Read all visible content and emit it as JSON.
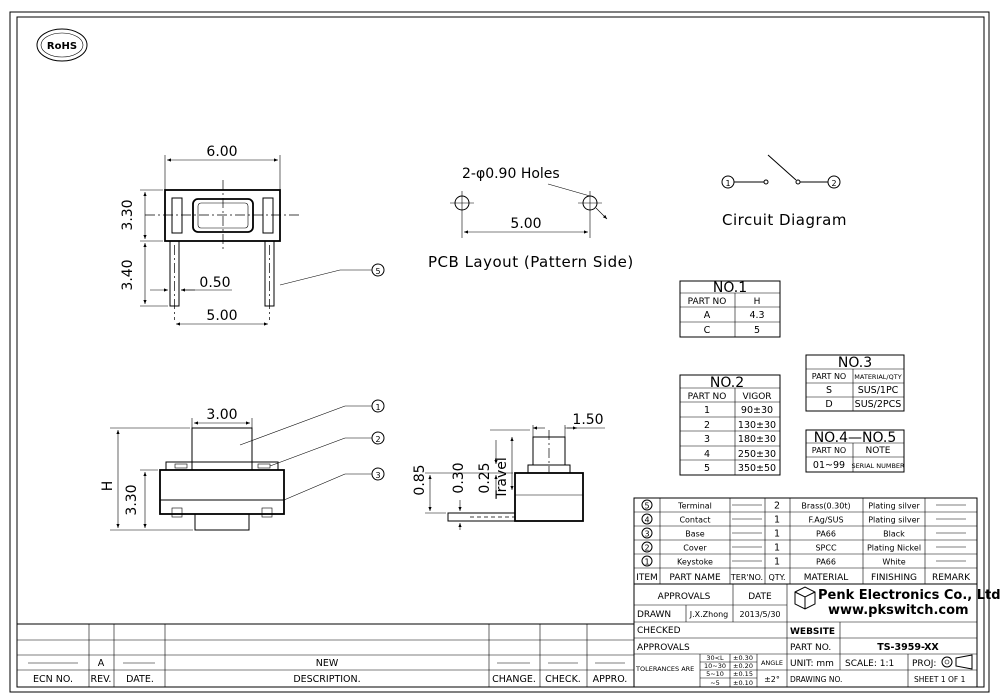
{
  "logo": {
    "rohs": "RoHS"
  },
  "front_view": {
    "dim_width": "6.00",
    "dim_body_height": "3.30",
    "dim_pin_length": "3.40",
    "dim_pin_width": "0.50",
    "dim_pin_pitch": "5.00",
    "callout_5": "5"
  },
  "pcb_layout": {
    "holes_label": "2-φ0.90 Holes",
    "dim_pitch": "5.00",
    "caption": "PCB Layout (Pattern Side)"
  },
  "circuit": {
    "caption": "Circuit Diagram",
    "pin1": "1",
    "pin2": "2"
  },
  "side_view": {
    "dim_top": "3.00",
    "dim_h": "H",
    "dim_body": "3.30",
    "callouts": [
      "1",
      "2",
      "3"
    ]
  },
  "end_view": {
    "dim_top": "1.50",
    "dim_a": "0.85",
    "dim_b": "0.30",
    "dim_c": "0.25",
    "travel": "Travel"
  },
  "table_no1": {
    "title": "NO.1",
    "headers": [
      "PART NO",
      "H"
    ],
    "rows": [
      [
        "A",
        "4.3"
      ],
      [
        "C",
        "5"
      ]
    ]
  },
  "table_no2": {
    "title": "NO.2",
    "headers": [
      "PART NO",
      "VIGOR"
    ],
    "rows": [
      [
        "1",
        "90±30"
      ],
      [
        "2",
        "130±30"
      ],
      [
        "3",
        "180±30"
      ],
      [
        "4",
        "250±30"
      ],
      [
        "5",
        "350±50"
      ]
    ]
  },
  "table_no3": {
    "title": "NO.3",
    "headers": [
      "PART NO",
      "MATERIAL/QTY"
    ],
    "rows": [
      [
        "S",
        "SUS/1PC"
      ],
      [
        "D",
        "SUS/2PCS"
      ]
    ]
  },
  "table_no4": {
    "title": "NO.4—NO.5",
    "headers": [
      "PART NO",
      "NOTE"
    ],
    "rows": [
      [
        "01~99",
        "SERIAL NUMBER"
      ]
    ]
  },
  "bom": {
    "rows": [
      {
        "item": "5",
        "name": "Terminal",
        "ter": "",
        "qty": "2",
        "material": "Brass(0.30t)",
        "finishing": "Plating silver",
        "remark": ""
      },
      {
        "item": "4",
        "name": "Contact",
        "ter": "",
        "qty": "1",
        "material": "F.Ag/SUS",
        "finishing": "Plating silver",
        "remark": ""
      },
      {
        "item": "3",
        "name": "Base",
        "ter": "",
        "qty": "1",
        "material": "PA66",
        "finishing": "Black",
        "remark": ""
      },
      {
        "item": "2",
        "name": "Cover",
        "ter": "",
        "qty": "1",
        "material": "SPCC",
        "finishing": "Plating Nickel",
        "remark": ""
      },
      {
        "item": "1",
        "name": "Keystoke",
        "ter": "",
        "qty": "1",
        "material": "PA66",
        "finishing": "White",
        "remark": ""
      }
    ],
    "headers": [
      "ITEM",
      "PART NAME",
      "TER'NO.",
      "QTY.",
      "MATERIAL",
      "FINISHING",
      "REMARK"
    ]
  },
  "title_block": {
    "approvals": "APPROVALS",
    "date_h": "DATE",
    "drawn": "DRAWN",
    "drawn_by": "J.X.Zhong",
    "drawn_date": "2013/5/30",
    "checked": "CHECKED",
    "approvals2": "APPROVALS",
    "company": "Penk Electronics Co., Ltd",
    "website_url": "www.pkswitch.com",
    "website": "WEBSITE",
    "part_no_label": "PART NO.",
    "part_no": "TS-3959-XX",
    "tolerances": "TOLERANCES ARE",
    "tol_ranges": [
      "30<L",
      "10~30",
      "5~10",
      "~5"
    ],
    "tol_values": [
      "±0.30",
      "±0.20",
      "±0.15",
      "±0.10"
    ],
    "angle": "ANGLE",
    "angle_val": "±2°",
    "unit": "UNIT: mm",
    "scale": "SCALE:  1:1",
    "proj": "PROJ:",
    "drawing_no": "DRAWING NO.",
    "sheet": "SHEET  1  OF  1"
  },
  "revision_block": {
    "rev_letter": "A",
    "desc": "NEW",
    "headers": [
      "ECN NO.",
      "REV.",
      "DATE.",
      "DESCRIPTION.",
      "CHANGE.",
      "CHECK.",
      "APPRO."
    ]
  }
}
